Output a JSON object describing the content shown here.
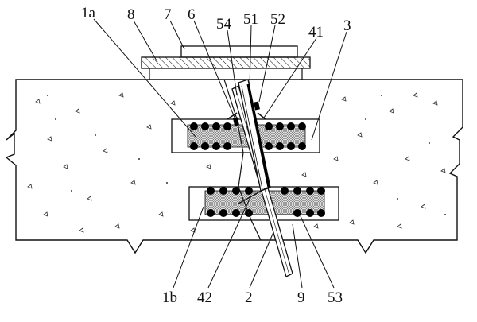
{
  "labels": {
    "l1a": "1a",
    "l8": "8",
    "l7": "7",
    "l6": "6",
    "l54": "54",
    "l51": "51",
    "l52": "52",
    "l41": "41",
    "l3": "3",
    "l1b": "1b",
    "l42": "42",
    "l2": "2",
    "l9": "9",
    "l53": "53"
  },
  "colors": {
    "line": "#111111",
    "ink": "#111111",
    "concrete": "#ffffff",
    "mesh": "#8a8a8a",
    "rebar": "#000000"
  }
}
